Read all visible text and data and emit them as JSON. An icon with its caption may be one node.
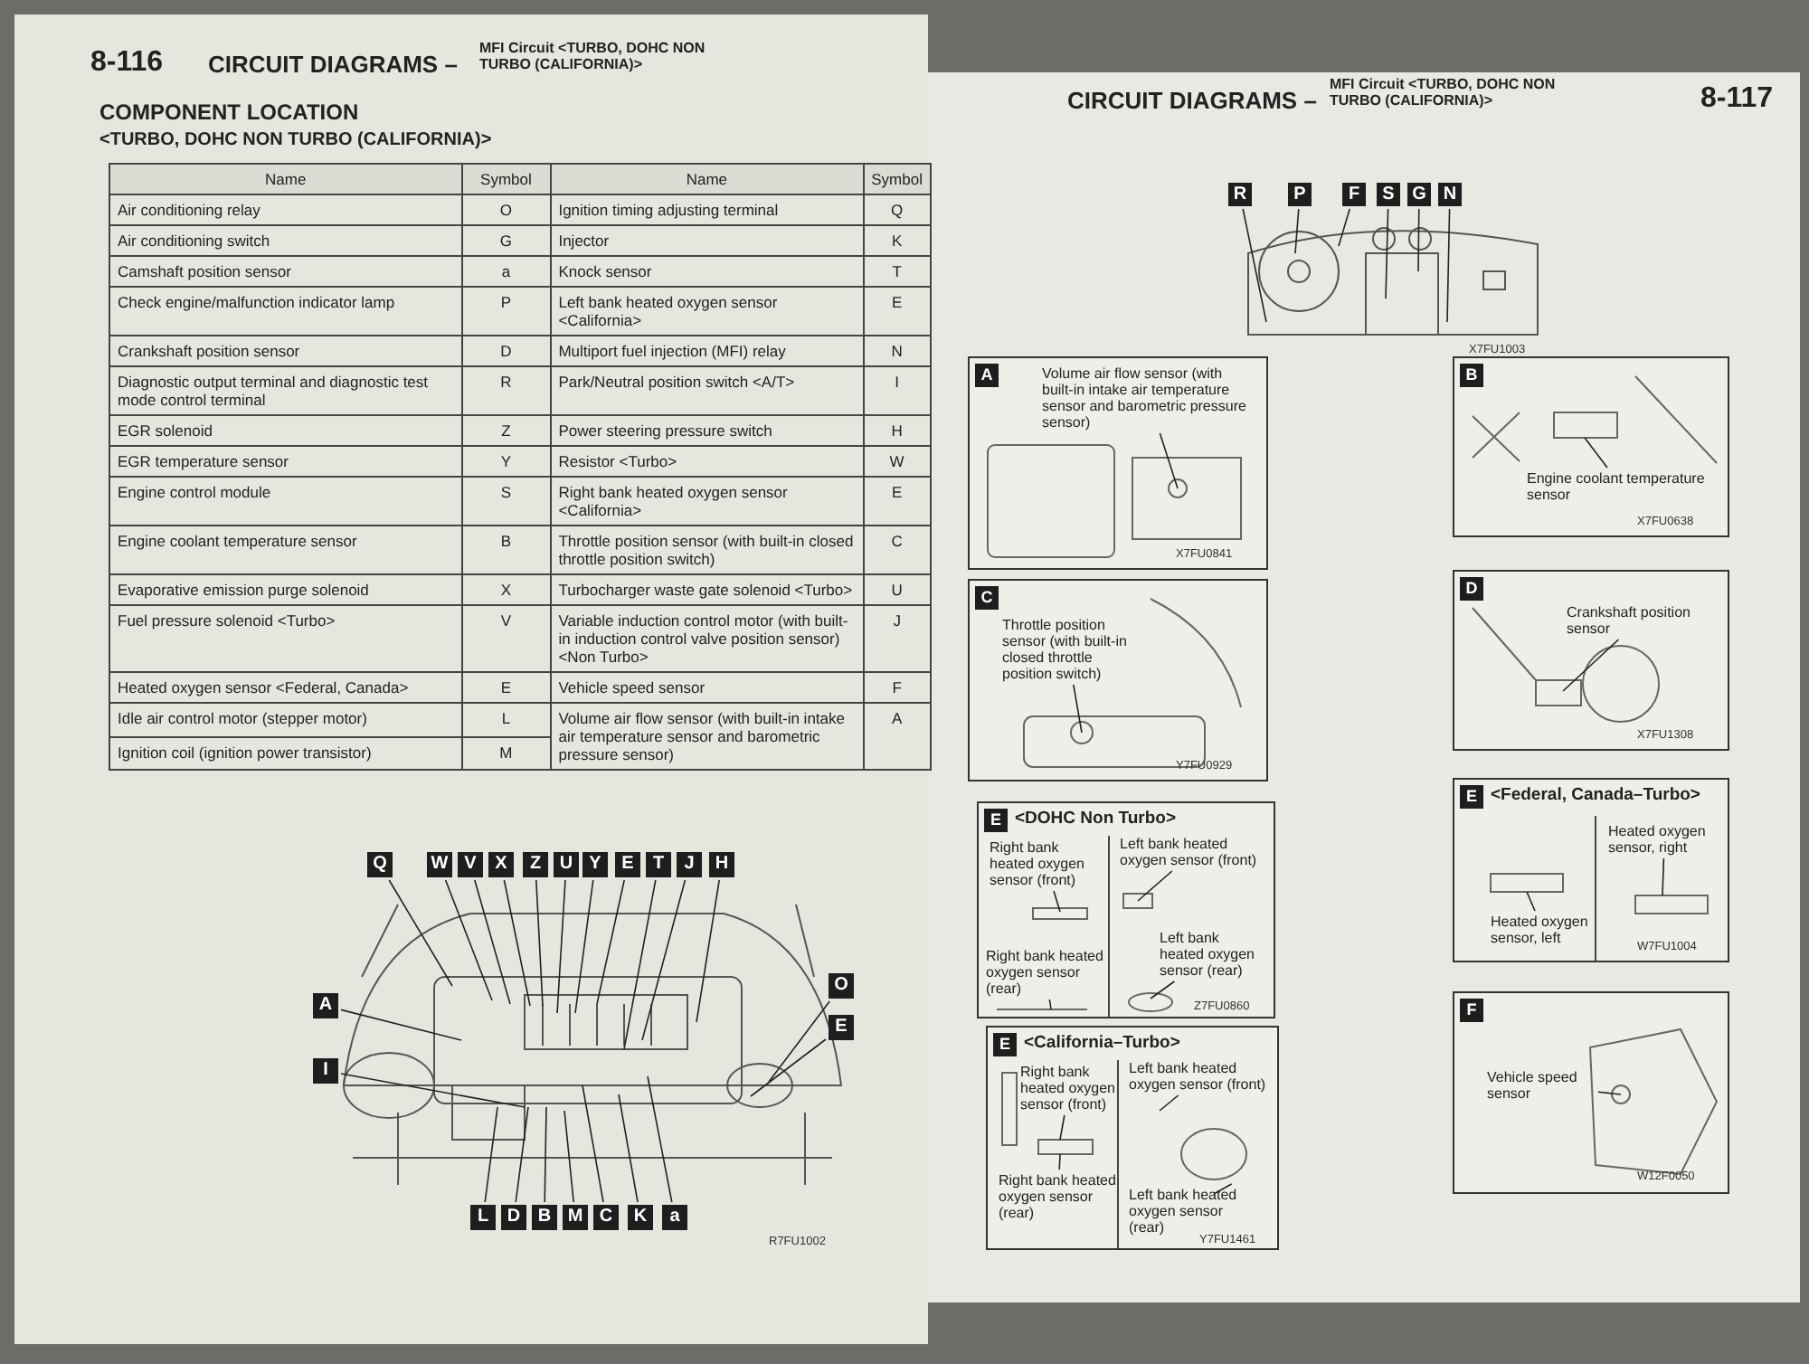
{
  "diagram": {
    "nodes": [
      {
        "text": [
          "Q"
        ]
      },
      {
        "text": [
          "W"
        ]
      },
      {
        "text": [
          "V"
        ]
      },
      {
        "text": [
          "X"
        ]
      },
      {
        "text": [
          "Z"
        ]
      },
      {
        "text": [
          "U"
        ]
      },
      {
        "text": [
          "Y"
        ]
      },
      {
        "text": [
          "E"
        ]
      },
      {
        "text": [
          "T"
        ]
      },
      {
        "text": [
          "J"
        ]
      },
      {
        "text": [
          "H"
        ]
      },
      {
        "text": [
          "A"
        ]
      },
      {
        "text": [
          "I"
        ]
      },
      {
        "text": [
          "O"
        ]
      },
      {
        "text": [
          "E"
        ]
      },
      {
        "text": [
          "L"
        ]
      },
      {
        "text": [
          "D"
        ]
      },
      {
        "text": [
          "B"
        ]
      },
      {
        "text": [
          "M"
        ]
      },
      {
        "text": [
          "C"
        ]
      },
      {
        "text": [
          "K"
        ]
      },
      {
        "text": [
          "a"
        ]
      },
      {
        "text": [
          "R"
        ]
      },
      {
        "text": [
          "P"
        ]
      },
      {
        "text": [
          "F"
        ]
      },
      {
        "text": [
          "S"
        ]
      },
      {
        "text": [
          "G"
        ]
      },
      {
        "text": [
          "N"
        ]
      },
      {
        "text": [],
        "shape": "box"
      },
      {
        "text": [
          "A"
        ],
        "in": 28
      },
      {
        "text": [
          "Volume air flow sensor (with built-in intake air temperature sensor and barometric pressure sensor)"
        ],
        "in": 28
      },
      {
        "text": [],
        "shape": "box"
      },
      {
        "text": [
          "B"
        ],
        "in": 31
      },
      {
        "text": [
          "Engine coolant temperature sensor"
        ],
        "in": 31
      },
      {
        "text": [],
        "shape": "box"
      },
      {
        "text": [
          "C"
        ],
        "in": 34
      },
      {
        "text": [
          "Throttle position sensor (with built-in closed throttle position switch)"
        ],
        "in": 34
      },
      {
        "text": [],
        "shape": "box"
      },
      {
        "text": [
          "D"
        ],
        "in": 37
      },
      {
        "text": [
          "Crankshaft position sensor"
        ],
        "in": 37
      },
      {
        "text": [
          "<DOHC Non Turbo>"
        ]
      },
      {
        "text": [
          "E"
        ],
        "in": 40
      },
      {
        "text": [
          "Right bank heated oxygen sensor (front)"
        ],
        "in": 40
      },
      {
        "text": [
          "Left bank heated oxygen sensor (front)"
        ],
        "in": 40
      },
      {
        "text": [
          "Right bank heated oxygen sensor (rear)"
        ],
        "in": 40
      },
      {
        "text": [
          "Left bank heated oxygen sensor (rear)"
        ],
        "in": 40
      },
      {
        "text": [
          "<Federal, Canada–Turbo>"
        ]
      },
      {
        "text": [
          "E"
        ],
        "in": 46
      },
      {
        "text": [
          "Heated oxygen sensor, right"
        ],
        "in": 46
      },
      {
        "text": [
          "Heated oxygen sensor, left"
        ],
        "in": 46
      },
      {
        "text": [
          "<California–Turbo>"
        ]
      },
      {
        "text": [
          "E"
        ],
        "in": 50
      },
      {
        "text": [
          "Right bank heated oxygen sensor (front)"
        ],
        "in": 50
      },
      {
        "text": [
          "Left bank heated oxygen sensor (front)"
        ],
        "in": 50
      },
      {
        "text": [
          "Right bank heated oxygen sensor (rear)"
        ],
        "in": 50
      },
      {
        "text": [
          "Left bank heated oxygen sensor (rear)"
        ],
        "in": 50
      },
      {
        "text": [],
        "shape": "box"
      },
      {
        "text": [
          "F"
        ],
        "in": 56
      },
      {
        "text": [
          "Vehicle speed sensor"
        ],
        "in": 56
      }
    ],
    "edges": [
      {
        "from": 0,
        "to": null,
        "arrow": "none"
      },
      {
        "from": 1,
        "to": null,
        "arrow": "none"
      },
      {
        "from": 2,
        "to": null,
        "arrow": "none"
      },
      {
        "from": 3,
        "to": null,
        "arrow": "none"
      },
      {
        "from": 4,
        "to": null,
        "arrow": "none"
      },
      {
        "from": 5,
        "to": null,
        "arrow": "none"
      },
      {
        "from": 6,
        "to": null,
        "arrow": "none"
      },
      {
        "from": 7,
        "to": null,
        "arrow": "none"
      },
      {
        "from": 8,
        "to": null,
        "arrow": "none"
      },
      {
        "from": 9,
        "to": null,
        "arrow": "none"
      },
      {
        "from": 10,
        "to": null,
        "arrow": "none"
      },
      {
        "from": 11,
        "to": null,
        "arrow": "none"
      },
      {
        "from": 12,
        "to": null,
        "arrow": "none"
      },
      {
        "from": 13,
        "to": null,
        "arrow": "none"
      },
      {
        "from": 14,
        "to": null,
        "arrow": "none"
      },
      {
        "from": 15,
        "to": null,
        "arrow": "none"
      },
      {
        "from": 16,
        "to": null,
        "arrow": "none"
      },
      {
        "from": 17,
        "to": null,
        "arrow": "none"
      },
      {
        "from": 18,
        "to": null,
        "arrow": "none"
      },
      {
        "from": 19,
        "to": null,
        "arrow": "none"
      },
      {
        "from": 20,
        "to": null,
        "arrow": "none"
      },
      {
        "from": 21,
        "to": null,
        "arrow": "none"
      },
      {
        "from": 22,
        "to": null,
        "arrow": "none"
      },
      {
        "from": 23,
        "to": null,
        "arrow": "none"
      },
      {
        "from": 24,
        "to": null,
        "arrow": "none"
      },
      {
        "from": 25,
        "to": null,
        "arrow": "none"
      },
      {
        "from": 26,
        "to": null,
        "arrow": "none"
      },
      {
        "from": 27,
        "to": null,
        "arrow": "none"
      },
      {
        "from": 30,
        "to": null,
        "arrow": "none"
      },
      {
        "from": 33,
        "to": null,
        "arrow": "none"
      },
      {
        "from": 36,
        "to": null,
        "arrow": "none"
      },
      {
        "from": 39,
        "to": null,
        "arrow": "none"
      },
      {
        "from": 42,
        "to": null,
        "arrow": "none"
      },
      {
        "from": 43,
        "to": null,
        "arrow": "none"
      },
      {
        "from": 44,
        "to": null,
        "arrow": "none"
      },
      {
        "from": 45,
        "to": null,
        "arrow": "none"
      },
      {
        "from": 48,
        "to": null,
        "arrow": "none"
      },
      {
        "from": 49,
        "to": null,
        "arrow": "none"
      },
      {
        "from": 52,
        "to": null,
        "arrow": "none"
      },
      {
        "from": 53,
        "to": null,
        "arrow": "none"
      },
      {
        "from": 54,
        "to": null,
        "arrow": "none"
      },
      {
        "from": 55,
        "to": null,
        "arrow": "none"
      },
      {
        "from": 58,
        "to": null,
        "arrow": "none"
      }
    ],
    "labels": [
      "8-116",
      "CIRCUIT DIAGRAMS –",
      "MFI Circuit <TURBO, DOHC NON TURBO (CALIFORNIA)>",
      "COMPONENT LOCATION",
      "<TURBO, DOHC NON TURBO (CALIFORNIA)>",
      "Name",
      "Symbol",
      "Name",
      "Symbol",
      "Air conditioning relay",
      "O",
      "Ignition timing adjusting terminal",
      "Q",
      "Air conditioning switch",
      "G",
      "Injector",
      "K",
      "Camshaft position sensor",
      "a",
      "Knock sensor",
      "T",
      "Check engine/malfunction indicator lamp",
      "P",
      "Left bank heated oxygen sensor <California>",
      "E",
      "Crankshaft position sensor",
      "D",
      "Multiport fuel injection (MFI) relay",
      "N",
      "Diagnostic output terminal and diagnostic test mode control terminal",
      "R",
      "Park/Neutral position switch <A/T>",
      "I",
      "EGR solenoid",
      "Z",
      "Power steering pressure switch",
      "H",
      "EGR temperature sensor",
      "Y",
      "Resistor <Turbo>",
      "W",
      "Engine control module",
      "S",
      "Right bank heated oxygen sensor <California>",
      "E",
      "Engine coolant temperature sensor",
      "B",
      "Throttle position sensor (with built-in closed throttle position switch)",
      "C",
      "Evaporative emission purge solenoid",
      "X",
      "Turbocharger waste gate solenoid <Turbo>",
      "U",
      "Fuel pressure solenoid <Turbo>",
      "V",
      "Variable induction control motor (with built-in induction control valve position sensor) <Non Turbo>",
      "J",
      "Heated oxygen sensor <Federal, Canada>",
      "E",
      "Vehicle speed sensor",
      "F",
      "Idle air control motor (stepper motor)",
      "L",
      "Volume air flow sensor (with built-in intake air temperature sensor and barometric pressure sensor)",
      "A",
      "Ignition coil (ignition power transistor)",
      "M",
      "R7FU1002",
      "CIRCUIT DIAGRAMS –",
      "MFI Circuit <TURBO, DOHC NON TURBO (CALIFORNIA)>",
      "8-117",
      "X7FU1003",
      "X7FU0841",
      "X7FU0638",
      "Y7FU0929",
      "X7FU1308",
      "Z7FU0860",
      "W7FU1004",
      "Y7FU1461",
      "W12F0050"
    ]
  }
}
